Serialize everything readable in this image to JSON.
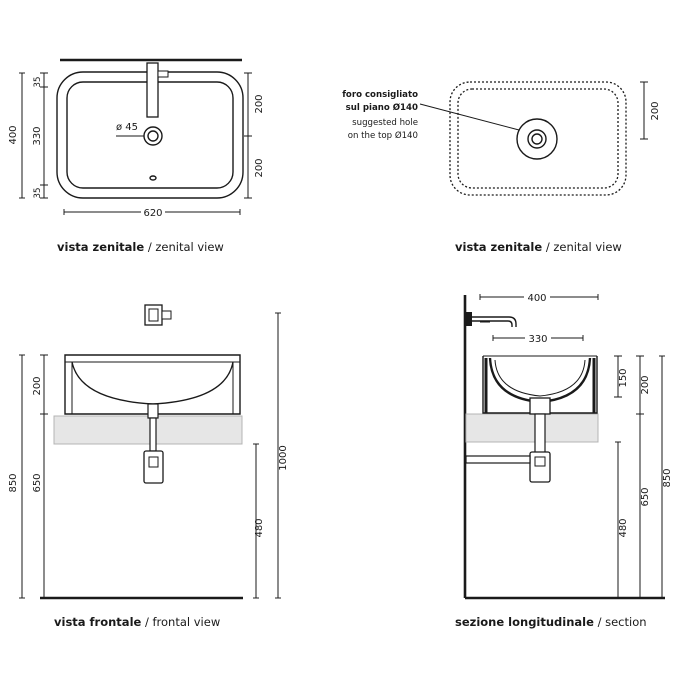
{
  "views": {
    "top_left": {
      "caption_it": "vista zenitale",
      "caption_sep": " / ",
      "caption_en": "zenital view",
      "dims": {
        "width": "620",
        "depth": "400",
        "top_margin": "35",
        "inner": "330",
        "bottom_margin": "35",
        "front_half": "200",
        "back_half": "200",
        "drain": "ø 45"
      }
    },
    "top_right": {
      "caption_it": "vista zenitale",
      "caption_sep": " / ",
      "caption_en": "zenital view",
      "note_it_1": "foro consigliato",
      "note_it_2": "sul piano Ø140",
      "note_en_1": "suggested hole",
      "note_en_2": "on the top Ø140",
      "dims": {
        "offset": "200"
      }
    },
    "front": {
      "caption_it": "vista frontale",
      "caption_sep": " / ",
      "caption_en": "frontal view",
      "dims": {
        "bowl_height": "200",
        "counter_height": "850",
        "trap_height": "650",
        "shelf_bottom": "480",
        "tap_height": "1000"
      }
    },
    "section": {
      "caption_it": "sezione longitudinale",
      "caption_sep": " / ",
      "caption_en": "section",
      "dims": {
        "spout_reach": "400",
        "bowl_inner": "330",
        "bowl_depth": "150",
        "bowl_height": "200",
        "trap_height": "650",
        "shelf_bottom": "480",
        "counter_height": "850"
      }
    }
  }
}
